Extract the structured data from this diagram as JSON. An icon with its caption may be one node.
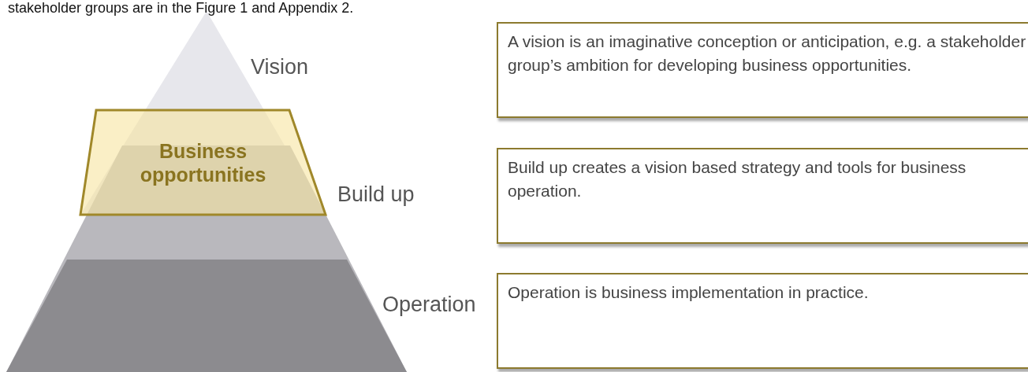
{
  "diagram": {
    "nodes": [
      {
        "text": [
          "Business opportunities"
        ]
      },
      {
        "text": [
          "A vision is an imaginative conception or anticipation, e.g. a stakeholder group’s ambition for developing business opportunities."
        ]
      },
      {
        "text": [
          "Build up creates a vision based strategy and tools for business operation."
        ]
      },
      {
        "text": [
          "Operation is business implementation in practice."
        ]
      }
    ],
    "labels": [
      "stakeholder groups are in the Figure 1 and Appendix 2.",
      "Vision",
      "Build up",
      "Operation"
    ]
  }
}
